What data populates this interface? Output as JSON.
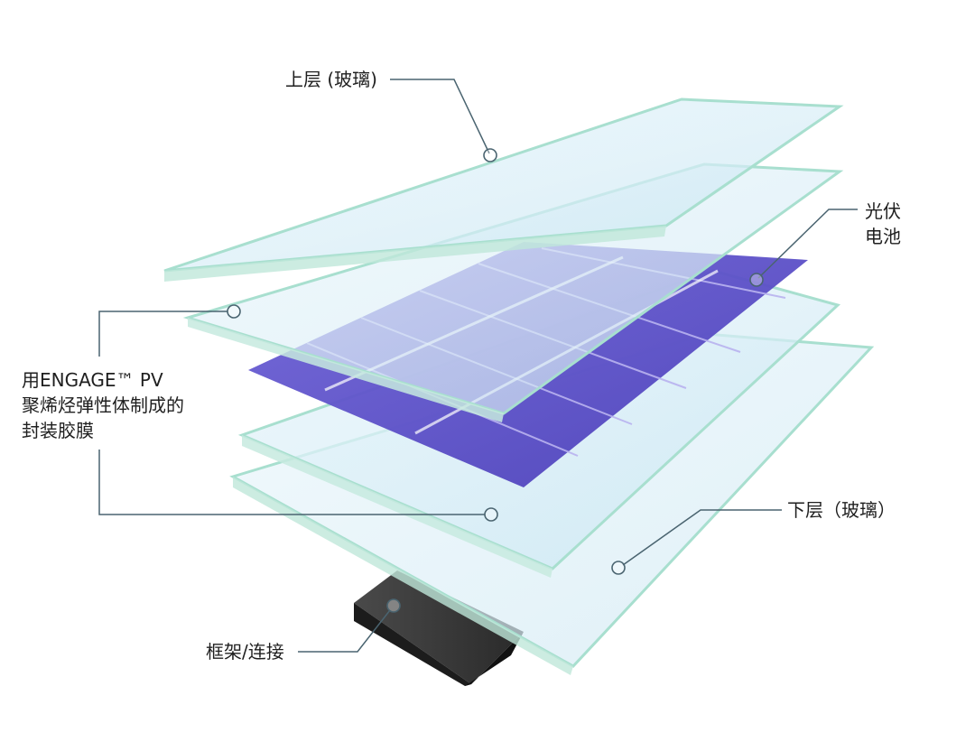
{
  "labels": {
    "top_glass": "上层 (玻璃)",
    "pv_cells": [
      "光伏",
      "电池"
    ],
    "encapsulant": [
      "用ENGAGE™ PV",
      "聚烯烃弹性体制成的",
      "封装胶膜"
    ],
    "bottom_glass": "下层（玻璃）",
    "frame": "框架/连接"
  },
  "colors": {
    "leader_line": "#4a6470",
    "cell_purple": "#5b4fc8",
    "glass_edge": "#9fdcc8",
    "frame_dark": "#2a2a2a"
  }
}
